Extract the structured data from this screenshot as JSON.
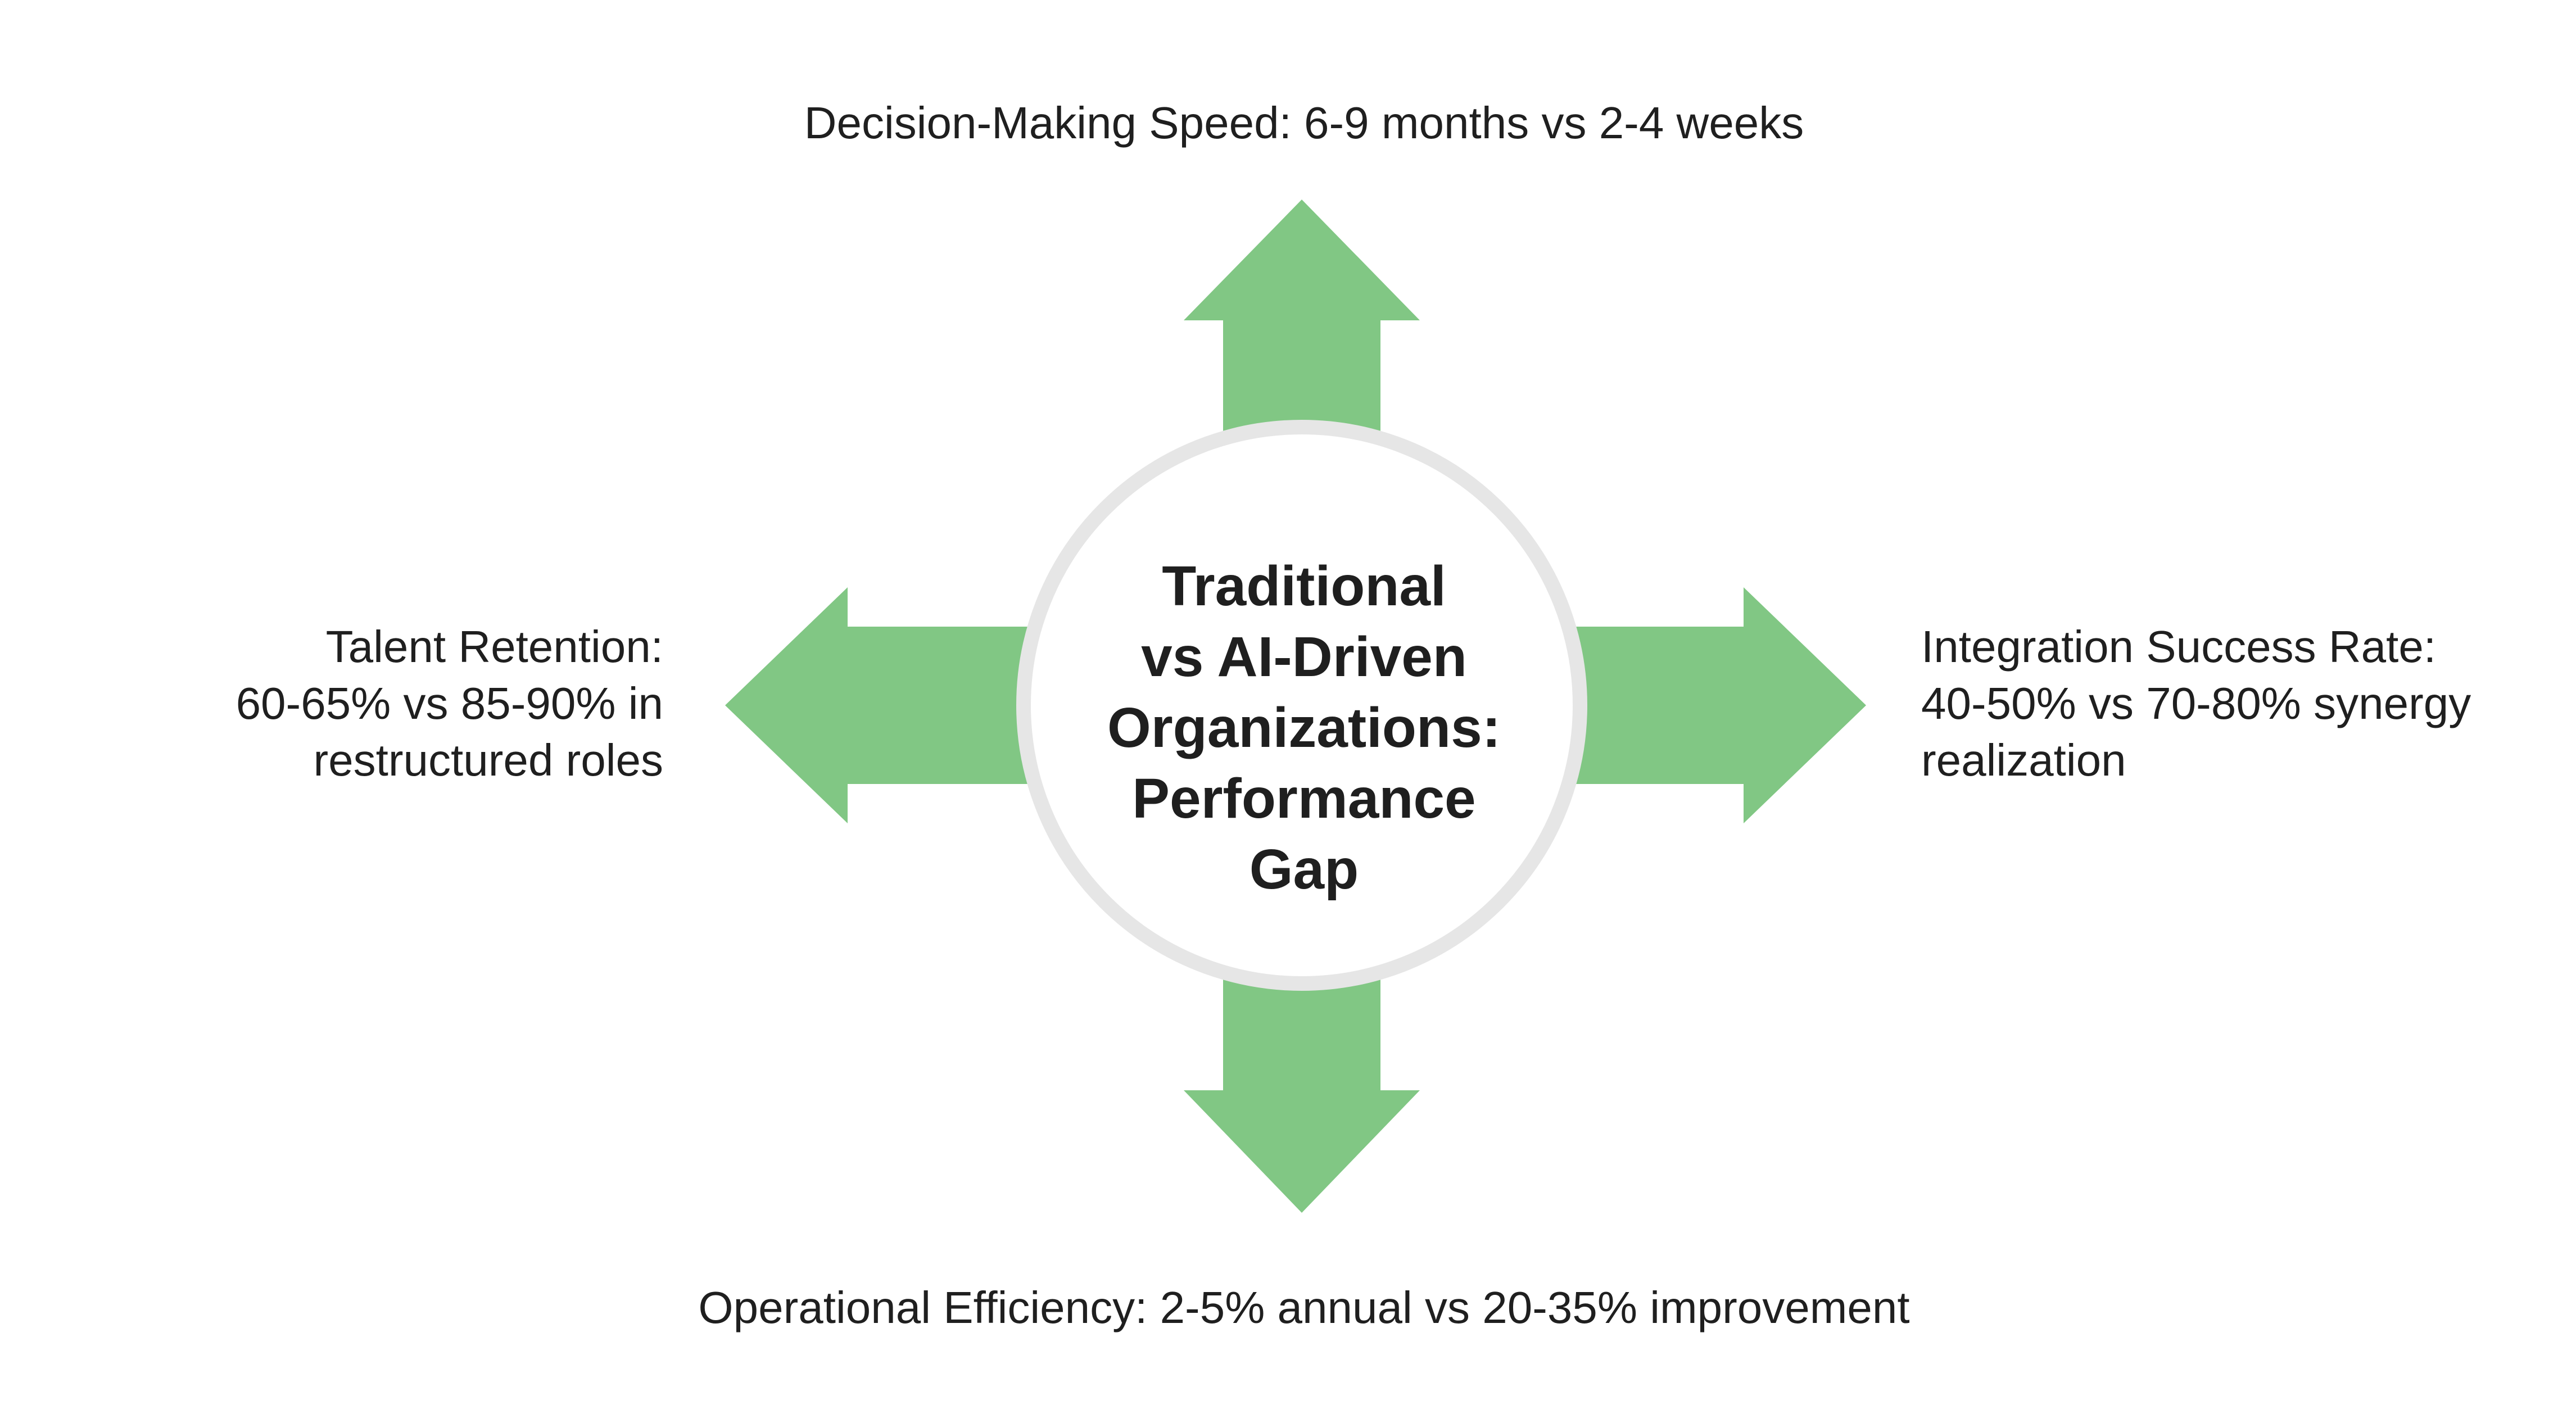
{
  "colors": {
    "arrow": "#81c784",
    "circle_fill": "#ffffff",
    "circle_stroke": "#e6e6e6",
    "text": "#1f1f1f"
  },
  "center": {
    "title": "Traditional\nvs AI-Driven\nOrganizations:\nPerformance\nGap"
  },
  "branches": {
    "top": "Decision-Making Speed: 6-9 months vs 2-4 weeks",
    "right": "Integration Success Rate:\n40-50% vs 70-80% synergy\nrealization",
    "bottom": "Operational Efficiency: 2-5% annual vs 20-35% improvement",
    "left": "Talent Retention:\n60-65% vs 85-90% in\nrestructured roles"
  }
}
